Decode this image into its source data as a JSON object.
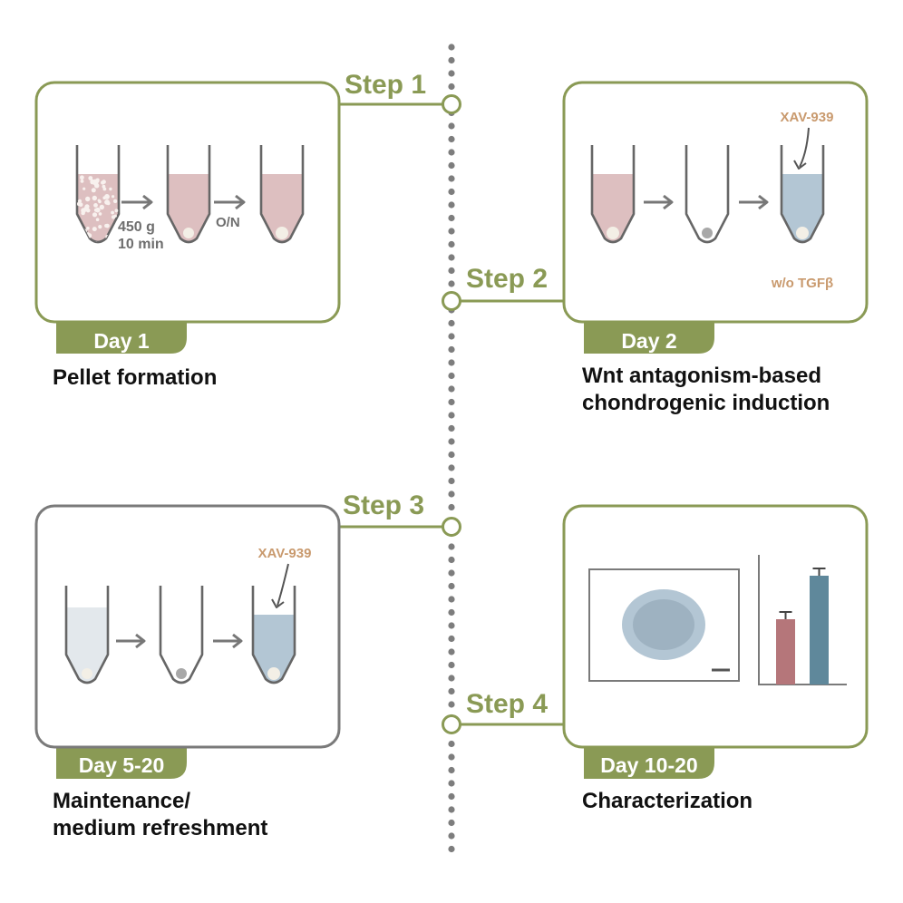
{
  "colors": {
    "olive": "#8a9a55",
    "gray_box": "#7a7a7a",
    "dots": "#7d7d7d",
    "arrow": "#777777",
    "drug": "#c99a6e",
    "pink_medium": "#ddbfc0",
    "blue_medium": "#b3c6d4",
    "pale_medium": "#e3e8ec",
    "pellet": "#f3efe6",
    "gray_pellet": "#a8a8a8",
    "bar_red": "#b5767a",
    "bar_blue": "#5f889b"
  },
  "steps": [
    {
      "label": "Step 1",
      "day": "Day 1",
      "title_lines": [
        "Pellet formation"
      ],
      "centrifuge_lines": [
        "450 g",
        "10 min"
      ],
      "overnight": "O/N"
    },
    {
      "label": "Step 2",
      "day": "Day 2",
      "title_lines": [
        "Wnt antagonism-based",
        "chondrogenic induction"
      ],
      "drug": "XAV-939",
      "condition": "w/o TGFβ"
    },
    {
      "label": "Step 3",
      "day": "Day 5-20",
      "title_lines": [
        "Maintenance/",
        "medium refreshment"
      ],
      "drug": "XAV-939"
    },
    {
      "label": "Step 4",
      "day": "Day 10-20",
      "title_lines": [
        "Characterization"
      ]
    }
  ],
  "bar_values": [
    0.45,
    0.75
  ]
}
